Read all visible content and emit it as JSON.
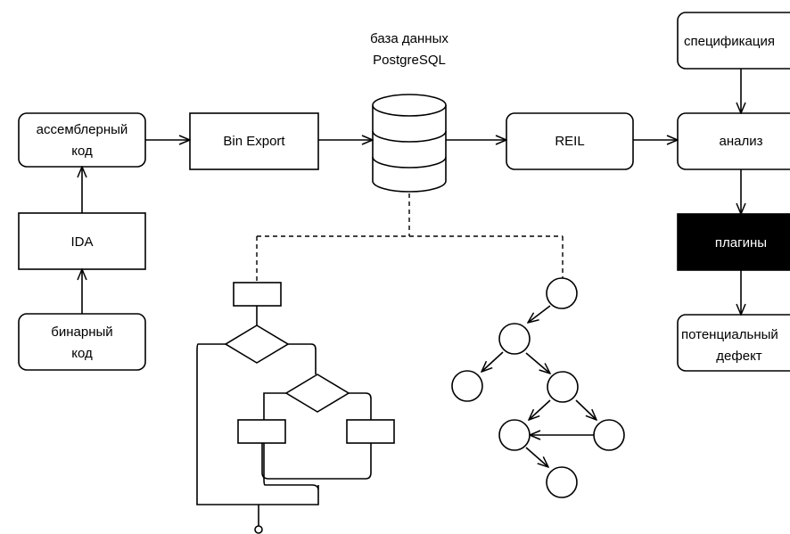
{
  "colors": {
    "stroke": "#000000",
    "background": "#ffffff",
    "highlight_fill": "#000000",
    "highlight_text": "#ffffff"
  },
  "nodes": {
    "assembler_code": [
      "ассемблерный",
      "код"
    ],
    "ida": [
      "IDA"
    ],
    "binary_code": [
      "бинарный",
      "код"
    ],
    "bin_export": [
      "Bin Export"
    ],
    "database": [
      "база данных",
      "PostgreSQL"
    ],
    "reil": [
      "REIL"
    ],
    "specification": [
      "спецификация"
    ],
    "analysis": [
      "анализ"
    ],
    "plugins": [
      "плагины"
    ],
    "potential_defect": [
      "потенциальный",
      "дефект"
    ]
  }
}
